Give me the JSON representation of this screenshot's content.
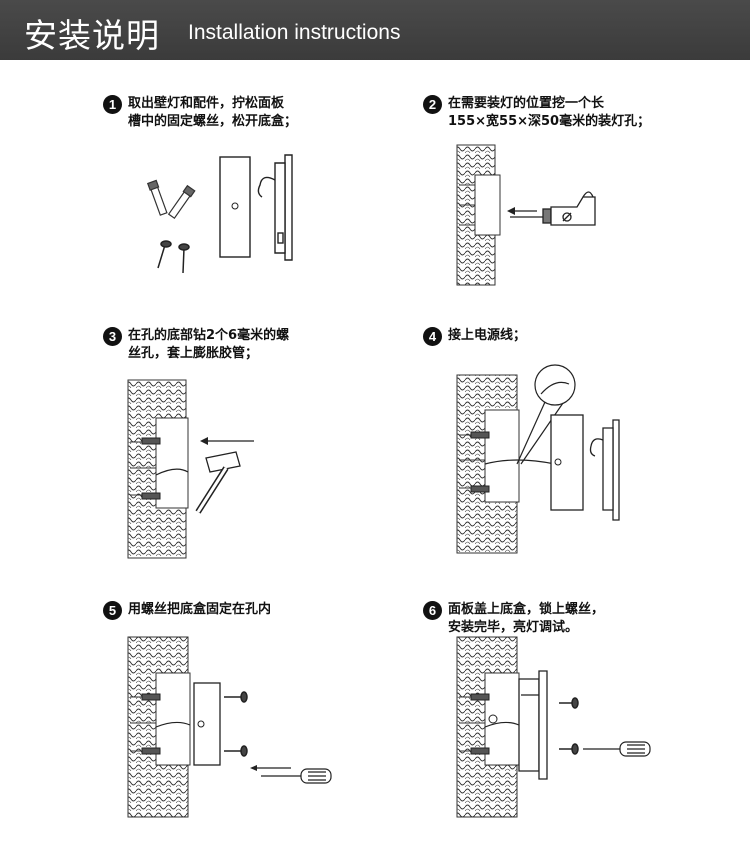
{
  "header": {
    "title_cn": "安装说明",
    "title_en": "Installation instructions"
  },
  "steps": [
    {
      "number": "1",
      "line1": "取出壁灯和配件，拧松面板",
      "line2": "槽中的固定螺丝，松开底盒；"
    },
    {
      "number": "2",
      "line1": "在需要装灯的位置挖一个长",
      "line2": "155×宽55×深50毫米的装灯孔；"
    },
    {
      "number": "3",
      "line1": "在孔的底部钻2个6毫米的螺",
      "line2": "丝孔，套上膨胀胶管；"
    },
    {
      "number": "4",
      "line1": "接上电源线；",
      "line2": ""
    },
    {
      "number": "5",
      "line1": "用螺丝把底盒固定在孔内",
      "line2": ""
    },
    {
      "number": "6",
      "line1": "面板盖上底盒，锁上螺丝，",
      "line2": "安装完毕，亮灯调试。"
    }
  ]
}
